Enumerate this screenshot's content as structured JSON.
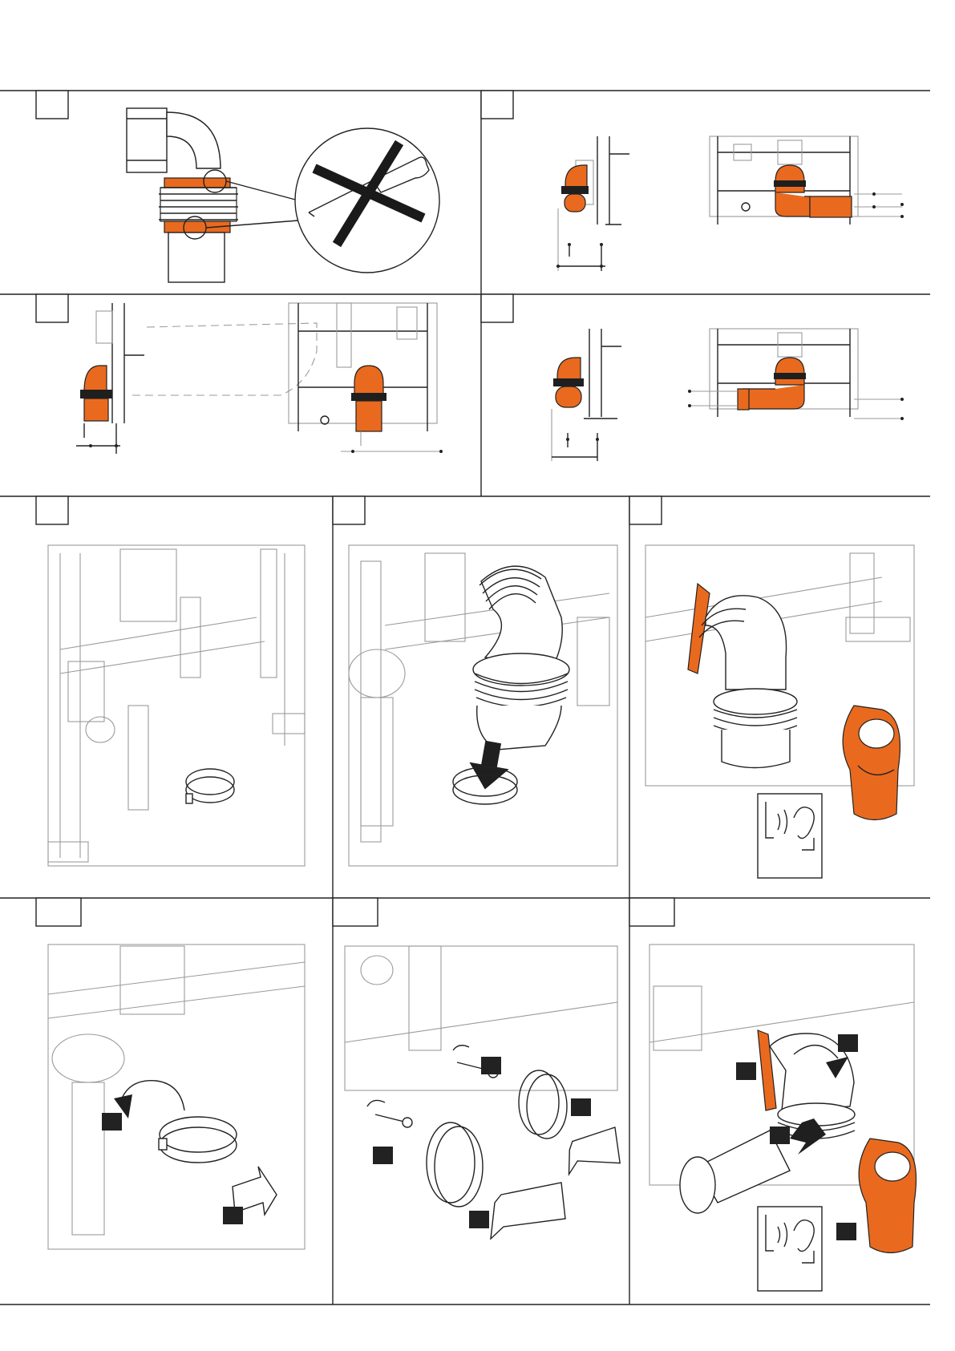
{
  "colors": {
    "accent": "#e96a1e",
    "line": "#222222",
    "faint": "#9a9a9a",
    "marker": "#1f1f1f"
  },
  "panels": [
    {
      "id": "p1",
      "content": "connector-install-warning"
    },
    {
      "id": "p2",
      "content": "side-front-elevation"
    },
    {
      "id": "p3",
      "content": "side-front-elevation-with-bowl"
    },
    {
      "id": "p4",
      "content": "side-front-elevation-low"
    },
    {
      "id": "p5",
      "content": "frame-with-clamp"
    },
    {
      "id": "p6",
      "content": "insert-bend"
    },
    {
      "id": "p7",
      "content": "push-in-bend-listen"
    },
    {
      "id": "p8",
      "content": "loosen-clamp"
    },
    {
      "id": "p9",
      "content": "clamp-parts"
    },
    {
      "id": "p10",
      "content": "rotate-connect-listen"
    }
  ],
  "icons": [
    "crossed-screwdriver-icon",
    "listen-ear-icon"
  ]
}
